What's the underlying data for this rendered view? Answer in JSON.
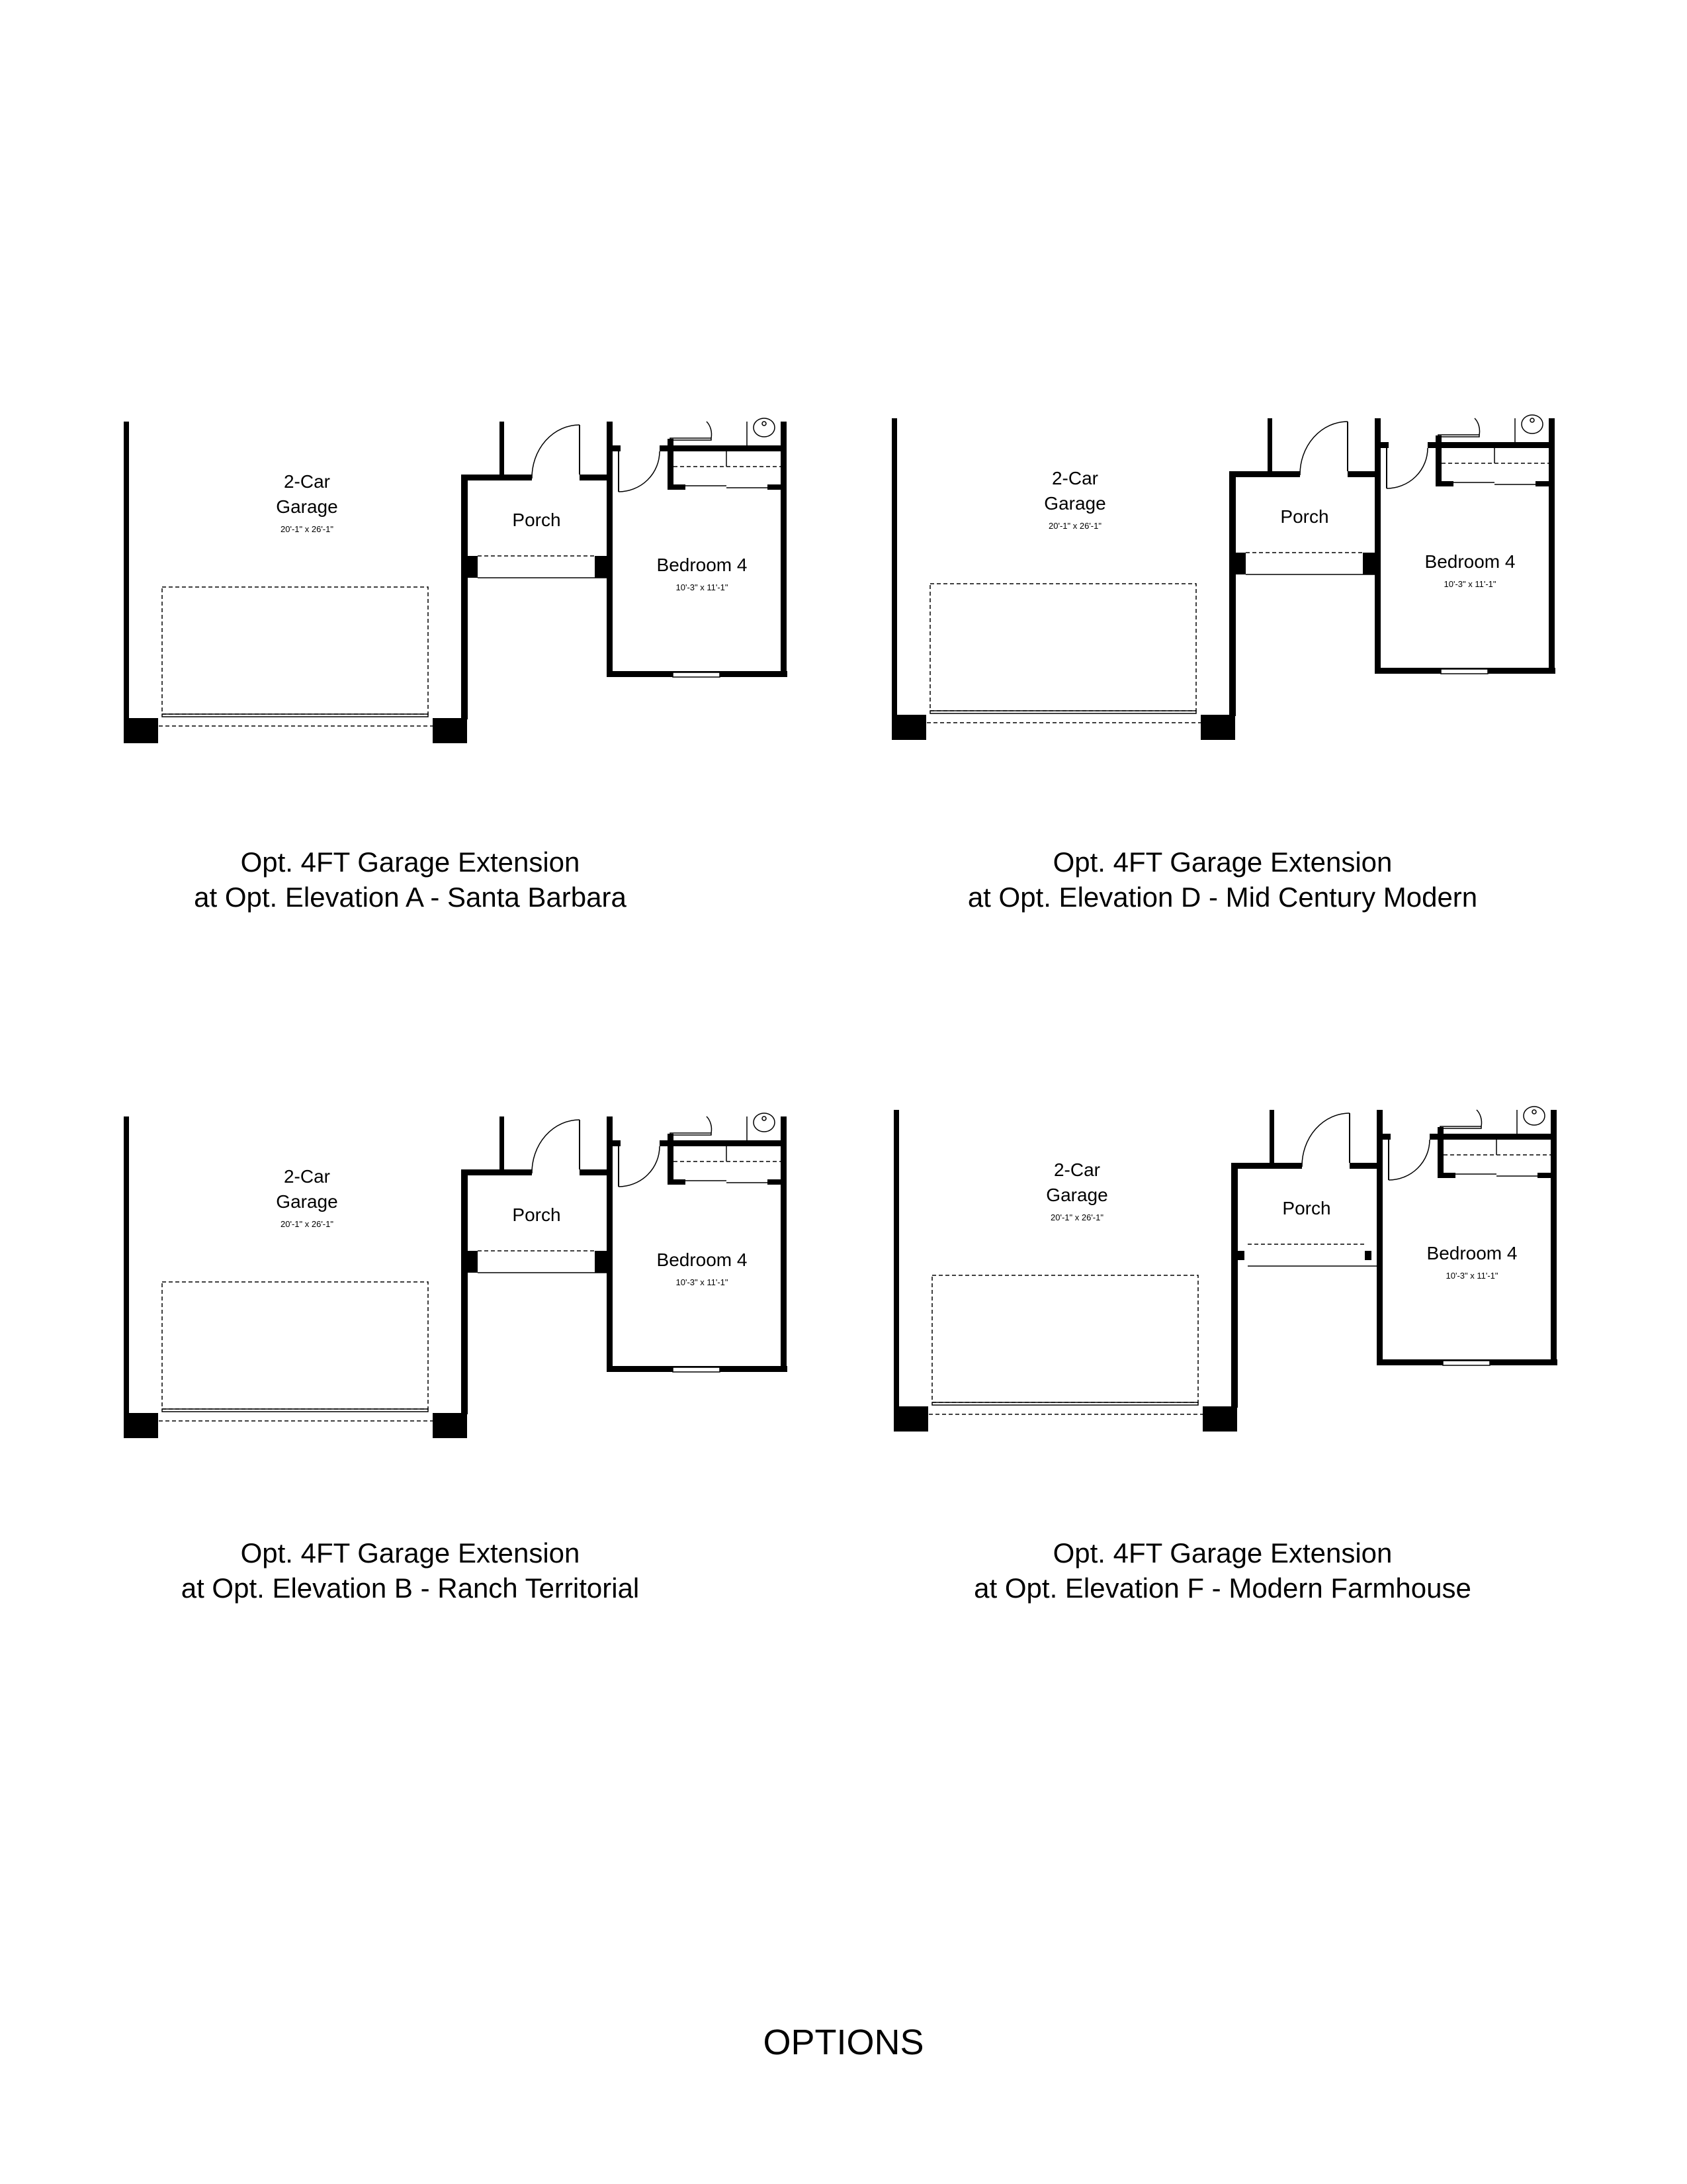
{
  "plans": [
    {
      "rooms": {
        "garage_l1": "2-Car",
        "garage_l2": "Garage",
        "garage_dim": "20'-1\" x 26'-1\"",
        "porch": "Porch",
        "bedroom": "Bedroom 4",
        "bedroom_dim": "10'-3\" x 11'-1\""
      },
      "caption_l1": "Opt. 4FT Garage Extension",
      "caption_l2": "at Opt.  Elevation A - Santa Barbara"
    },
    {
      "rooms": {
        "garage_l1": "2-Car",
        "garage_l2": "Garage",
        "garage_dim": "20'-1\" x 26'-1\"",
        "porch": "Porch",
        "bedroom": "Bedroom 4",
        "bedroom_dim": "10'-3\" x 11'-1\""
      },
      "caption_l1": "Opt. 4FT Garage Extension",
      "caption_l2": "at Opt.  Elevation D - Mid Century Modern"
    },
    {
      "rooms": {
        "garage_l1": "2-Car",
        "garage_l2": "Garage",
        "garage_dim": "20'-1\" x 26'-1\"",
        "porch": "Porch",
        "bedroom": "Bedroom 4",
        "bedroom_dim": "10'-3\" x 11'-1\""
      },
      "caption_l1": "Opt. 4FT Garage Extension",
      "caption_l2": "at Opt.  Elevation B - Ranch Territorial"
    },
    {
      "rooms": {
        "garage_l1": "2-Car",
        "garage_l2": "Garage",
        "garage_dim": "20'-1\" x 26'-1\"",
        "porch": "Porch",
        "bedroom": "Bedroom 4",
        "bedroom_dim": "10'-3\" x 11'-1\""
      },
      "caption_l1": "Opt. 4FT Garage Extension",
      "caption_l2": "at Opt.  Elevation F - Modern Farmhouse"
    }
  ],
  "page_title": "OPTIONS"
}
